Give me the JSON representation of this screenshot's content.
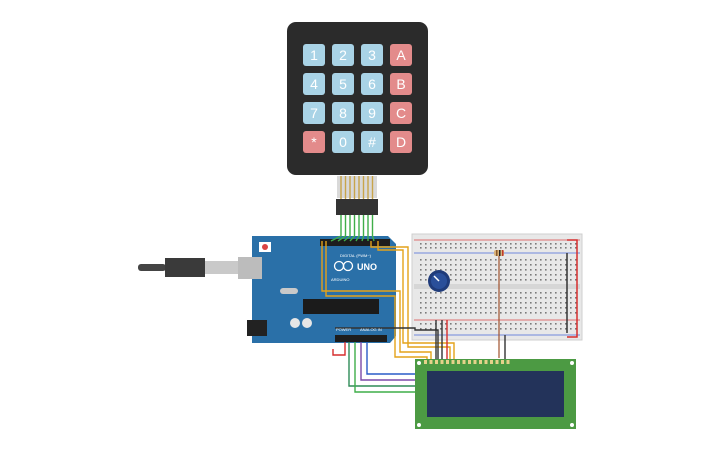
{
  "keypad": {
    "rows": [
      [
        "1",
        "2",
        "3",
        "A"
      ],
      [
        "4",
        "5",
        "6",
        "B"
      ],
      [
        "7",
        "8",
        "9",
        "C"
      ],
      [
        "*",
        "0",
        "#",
        "D"
      ]
    ]
  },
  "arduino": {
    "model": "UNO",
    "digital_label": "DIGITAL (PWM~)",
    "brand": "ARDUINO",
    "power_label": "POWER",
    "analog_label": "ANALOG IN"
  },
  "colors": {
    "keypad_body": "#2b2b2b",
    "key_number": "#a9d3e6",
    "key_letter": "#e38b8b",
    "arduino_board": "#2a70a8",
    "lcd_board": "#4c9a43",
    "lcd_screen": "#23335a",
    "breadboard": "#e8e8e8"
  }
}
